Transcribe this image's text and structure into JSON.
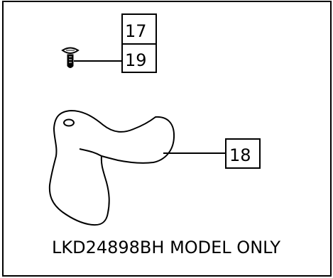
{
  "callouts": {
    "part_17": "17",
    "part_19": "19",
    "part_18": "18"
  },
  "caption": "LKD24898BH MODEL ONLY",
  "colors": {
    "stroke": "#000000",
    "background": "#ffffff"
  }
}
